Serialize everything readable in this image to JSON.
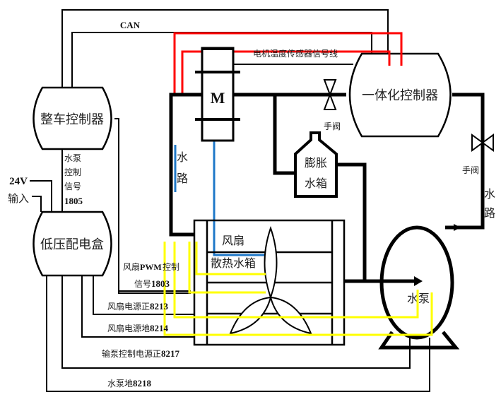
{
  "diagram": {
    "components": {
      "vehicle_controller": "整车控制器",
      "lv_distribution_box": "低压配电盒",
      "integrated_controller": "一体化控制器",
      "motor": "M",
      "expansion_tank": [
        "膨胀",
        "水箱"
      ],
      "radiator": {
        "line1": "风扇",
        "line2": "散热水箱"
      },
      "water_pump": "水泵"
    },
    "labels": {
      "can": "CAN",
      "motor_temp_sensor": "电机温度传感器信号线",
      "manual_valve_1": "手阀",
      "manual_valve_2": "手阀",
      "water_path_left": [
        "水",
        "路"
      ],
      "water_path_right": [
        "水",
        "路"
      ],
      "input_24v": "24V",
      "input_label": "输入",
      "pump_ctrl_signal": [
        "水泵",
        "控制",
        "信号"
      ],
      "pump_ctrl_signal_no": "1805",
      "fan_pwm_line1_a": "风扇",
      "fan_pwm_line1_b": "PWM",
      "fan_pwm_line1_c": "控制",
      "fan_pwm_line2_a": "信号",
      "fan_pwm_line2_b": "1803",
      "fan_power_pos": "风扇电源正",
      "fan_power_pos_no": "8213",
      "fan_power_gnd": "风扇电源地",
      "fan_power_gnd_no": "8214",
      "pump_ctrl_power": "输泵控制电源正",
      "pump_ctrl_power_no": "8217",
      "pump_gnd": "水泵地",
      "pump_gnd_no": "8218"
    },
    "colors": {
      "wire": "#000000",
      "sensor_wire": "#ff0000",
      "water_path": "#1f78c8",
      "fan_power_wire": "#ffff00"
    }
  }
}
